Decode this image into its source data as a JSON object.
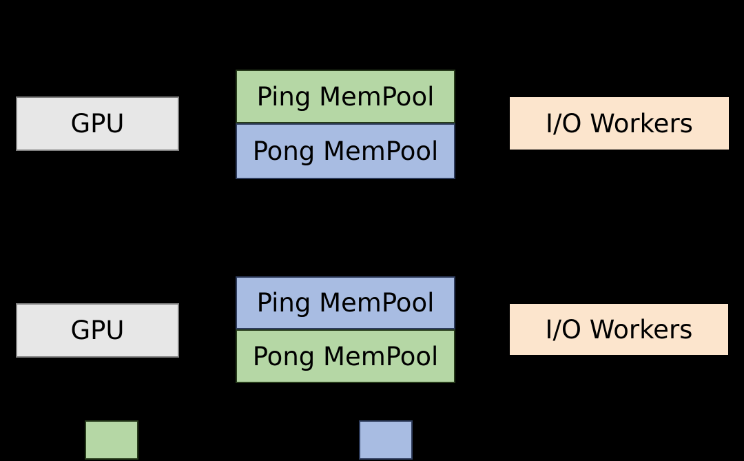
{
  "diagram": {
    "background": "#000000",
    "colors": {
      "green_fill": "#b5d7a5",
      "green_border": "#273b1b",
      "blue_fill": "#a8bce2",
      "blue_border": "#2e3c5c",
      "gray_fill": "#e7e7e7",
      "gray_border": "#7f7f7f",
      "peach_fill": "#fce5cd",
      "text": "#000000"
    },
    "top_row": {
      "gpu": {
        "label": "GPU"
      },
      "ping_mempool": {
        "label": "Ping MemPool",
        "color_name": "green"
      },
      "pong_mempool": {
        "label": "Pong MemPool",
        "color_name": "blue"
      },
      "io_workers": {
        "label": "I/O Workers"
      }
    },
    "bottom_row": {
      "gpu": {
        "label": "GPU"
      },
      "ping_mempool": {
        "label": "Ping MemPool",
        "color_name": "blue"
      },
      "pong_mempool": {
        "label": "Pong MemPool",
        "color_name": "green"
      },
      "io_workers": {
        "label": "I/O Workers"
      }
    },
    "legend": {
      "swatches": [
        {
          "name": "green-swatch",
          "color_name": "green"
        },
        {
          "name": "blue-swatch",
          "color_name": "blue"
        }
      ]
    }
  }
}
